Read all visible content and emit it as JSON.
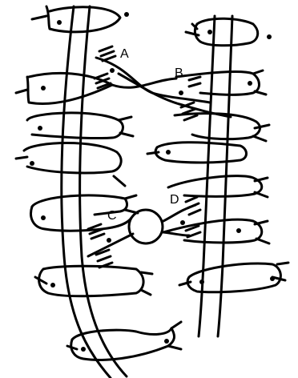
{
  "diagram": {
    "labels": {
      "a": "A",
      "b": "B",
      "c": "C",
      "d": "D"
    },
    "colors": {
      "ink": "#000000",
      "background": "#ffffff"
    }
  }
}
